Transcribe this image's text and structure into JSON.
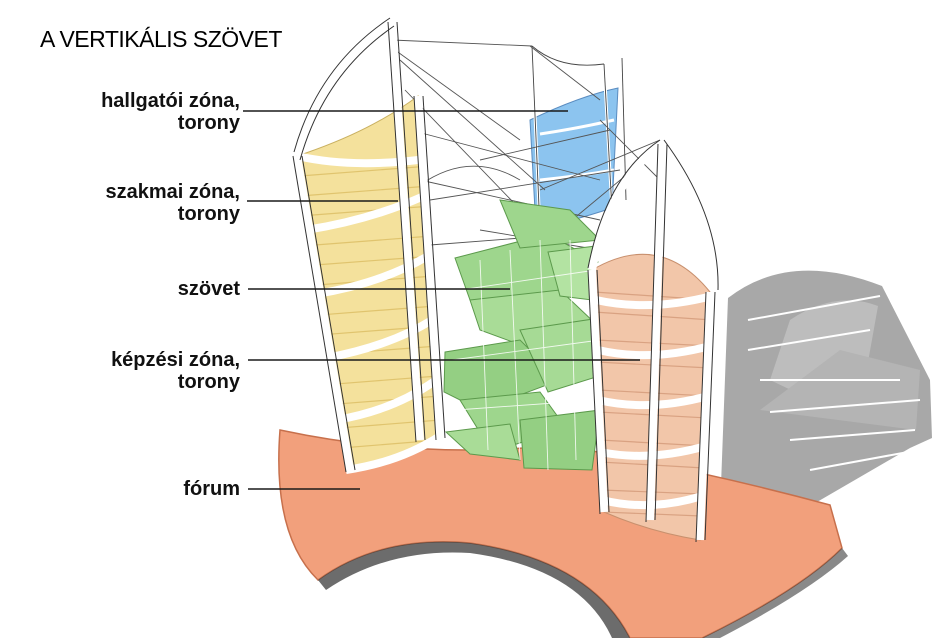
{
  "title": "A VERTIKÁLIS SZÖVET",
  "labels": {
    "student_zone": {
      "line1": "hallgatói zóna,",
      "line2": "torony"
    },
    "professional_zone": {
      "line1": "szakmai zóna,",
      "line2": "torony"
    },
    "fabric": {
      "line1": "szövet"
    },
    "training_zone": {
      "line1": "képzési zóna,",
      "line2": "torony"
    },
    "forum": {
      "line1": "fórum"
    }
  },
  "colors": {
    "yellow_tower": "#f4e19c",
    "blue_tower": "#8cc4ef",
    "green_fabric": "#9ed68d",
    "peach_tower": "#f2c6a9",
    "forum": "#f2a07c",
    "shadow": "#a8a8a8",
    "frame": "#ffffff",
    "ink": "#1a1a1a"
  }
}
